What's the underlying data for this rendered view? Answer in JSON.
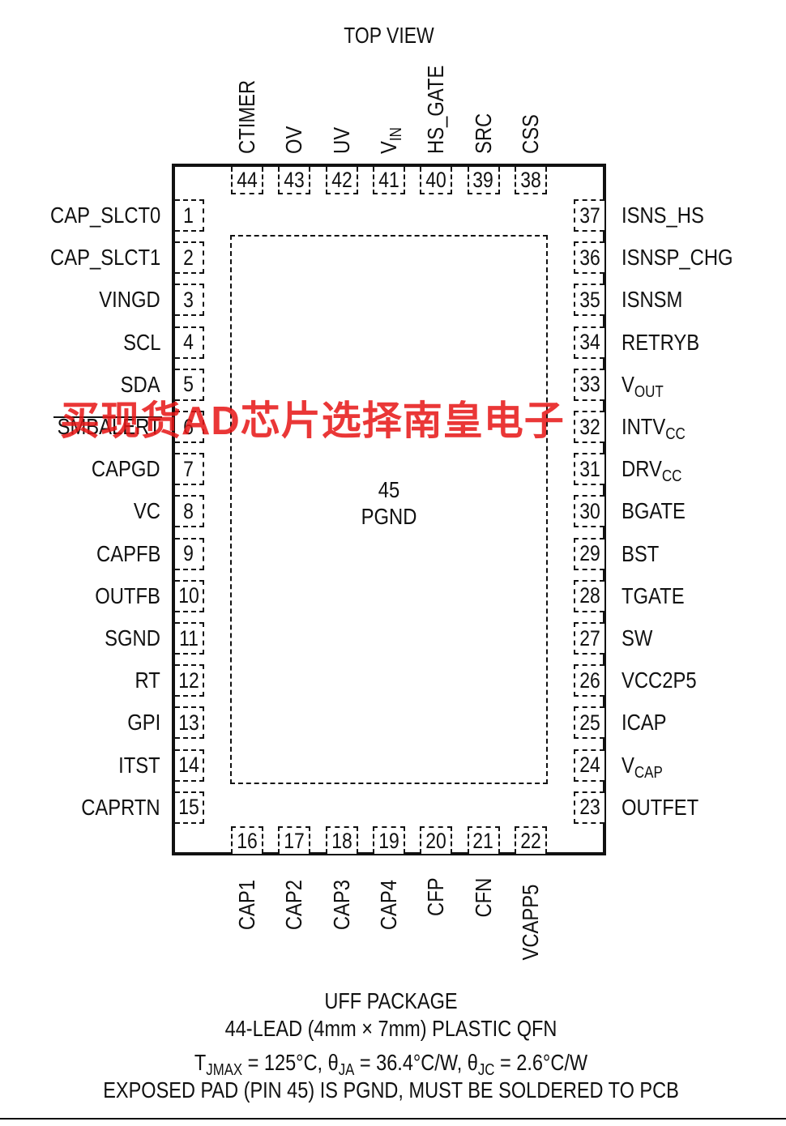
{
  "title": "TOP VIEW",
  "exposed_pad": {
    "number": "45",
    "name": "PGND"
  },
  "left_pins": [
    {
      "num": "1",
      "name": "CAP_SLCT0"
    },
    {
      "num": "2",
      "name": "CAP_SLCT1"
    },
    {
      "num": "3",
      "name": "VINGD"
    },
    {
      "num": "4",
      "name": "SCL"
    },
    {
      "num": "5",
      "name": "SDA"
    },
    {
      "num": "6",
      "name": "SMBALERT"
    },
    {
      "num": "7",
      "name": "CAPGD"
    },
    {
      "num": "8",
      "name": "VC"
    },
    {
      "num": "9",
      "name": "CAPFB"
    },
    {
      "num": "10",
      "name": "OUTFB"
    },
    {
      "num": "11",
      "name": "SGND"
    },
    {
      "num": "12",
      "name": "RT"
    },
    {
      "num": "13",
      "name": "GPI"
    },
    {
      "num": "14",
      "name": "ITST"
    },
    {
      "num": "15",
      "name": "CAPRTN"
    }
  ],
  "bottom_pins": [
    {
      "num": "16",
      "name": "CAP1"
    },
    {
      "num": "17",
      "name": "CAP2"
    },
    {
      "num": "18",
      "name": "CAP3"
    },
    {
      "num": "19",
      "name": "CAP4"
    },
    {
      "num": "20",
      "name": "CFP"
    },
    {
      "num": "21",
      "name": "CFN"
    },
    {
      "num": "22",
      "name": "VCAPP5"
    }
  ],
  "right_pins": [
    {
      "num": "23",
      "name": "OUTFET",
      "sub": ""
    },
    {
      "num": "24",
      "name": "V",
      "sub": "CAP"
    },
    {
      "num": "25",
      "name": "ICAP",
      "sub": ""
    },
    {
      "num": "26",
      "name": "VCC2P5",
      "sub": ""
    },
    {
      "num": "27",
      "name": "SW",
      "sub": ""
    },
    {
      "num": "28",
      "name": "TGATE",
      "sub": ""
    },
    {
      "num": "29",
      "name": "BST",
      "sub": ""
    },
    {
      "num": "30",
      "name": "BGATE",
      "sub": ""
    },
    {
      "num": "31",
      "name": "DRV",
      "sub": "CC"
    },
    {
      "num": "32",
      "name": "INTV",
      "sub": "CC"
    },
    {
      "num": "33",
      "name": "V",
      "sub": "OUT"
    },
    {
      "num": "34",
      "name": "RETRYB",
      "sub": ""
    },
    {
      "num": "35",
      "name": "ISNSM",
      "sub": ""
    },
    {
      "num": "36",
      "name": "ISNSP_CHG",
      "sub": ""
    },
    {
      "num": "37",
      "name": "ISNS_HS",
      "sub": ""
    }
  ],
  "top_pins": [
    {
      "num": "38",
      "name": "CSS",
      "sub": ""
    },
    {
      "num": "39",
      "name": "SRC",
      "sub": ""
    },
    {
      "num": "40",
      "name": "HS_GATE",
      "sub": ""
    },
    {
      "num": "41",
      "name": "V",
      "sub": "IN"
    },
    {
      "num": "42",
      "name": "UV",
      "sub": ""
    },
    {
      "num": "43",
      "name": "OV",
      "sub": ""
    },
    {
      "num": "44",
      "name": "CTIMER",
      "sub": ""
    }
  ],
  "package": {
    "line1": "UFF PACKAGE",
    "line2": "44-LEAD (4mm × 7mm) PLASTIC QFN",
    "line3_prefix": "T",
    "line3_prefix_sub": "JMAX",
    "line3_a": " = 125°C, θ",
    "line3_a_sub": "JA",
    "line3_b": " = 36.4°C/W, θ",
    "line3_b_sub": "JC",
    "line3_c": " = 2.6°C/W",
    "line4": "EXPOSED PAD (PIN 45) IS PGND, MUST BE SOLDERED TO PCB"
  },
  "watermark": "买现货AD芯片选择南皇电子"
}
